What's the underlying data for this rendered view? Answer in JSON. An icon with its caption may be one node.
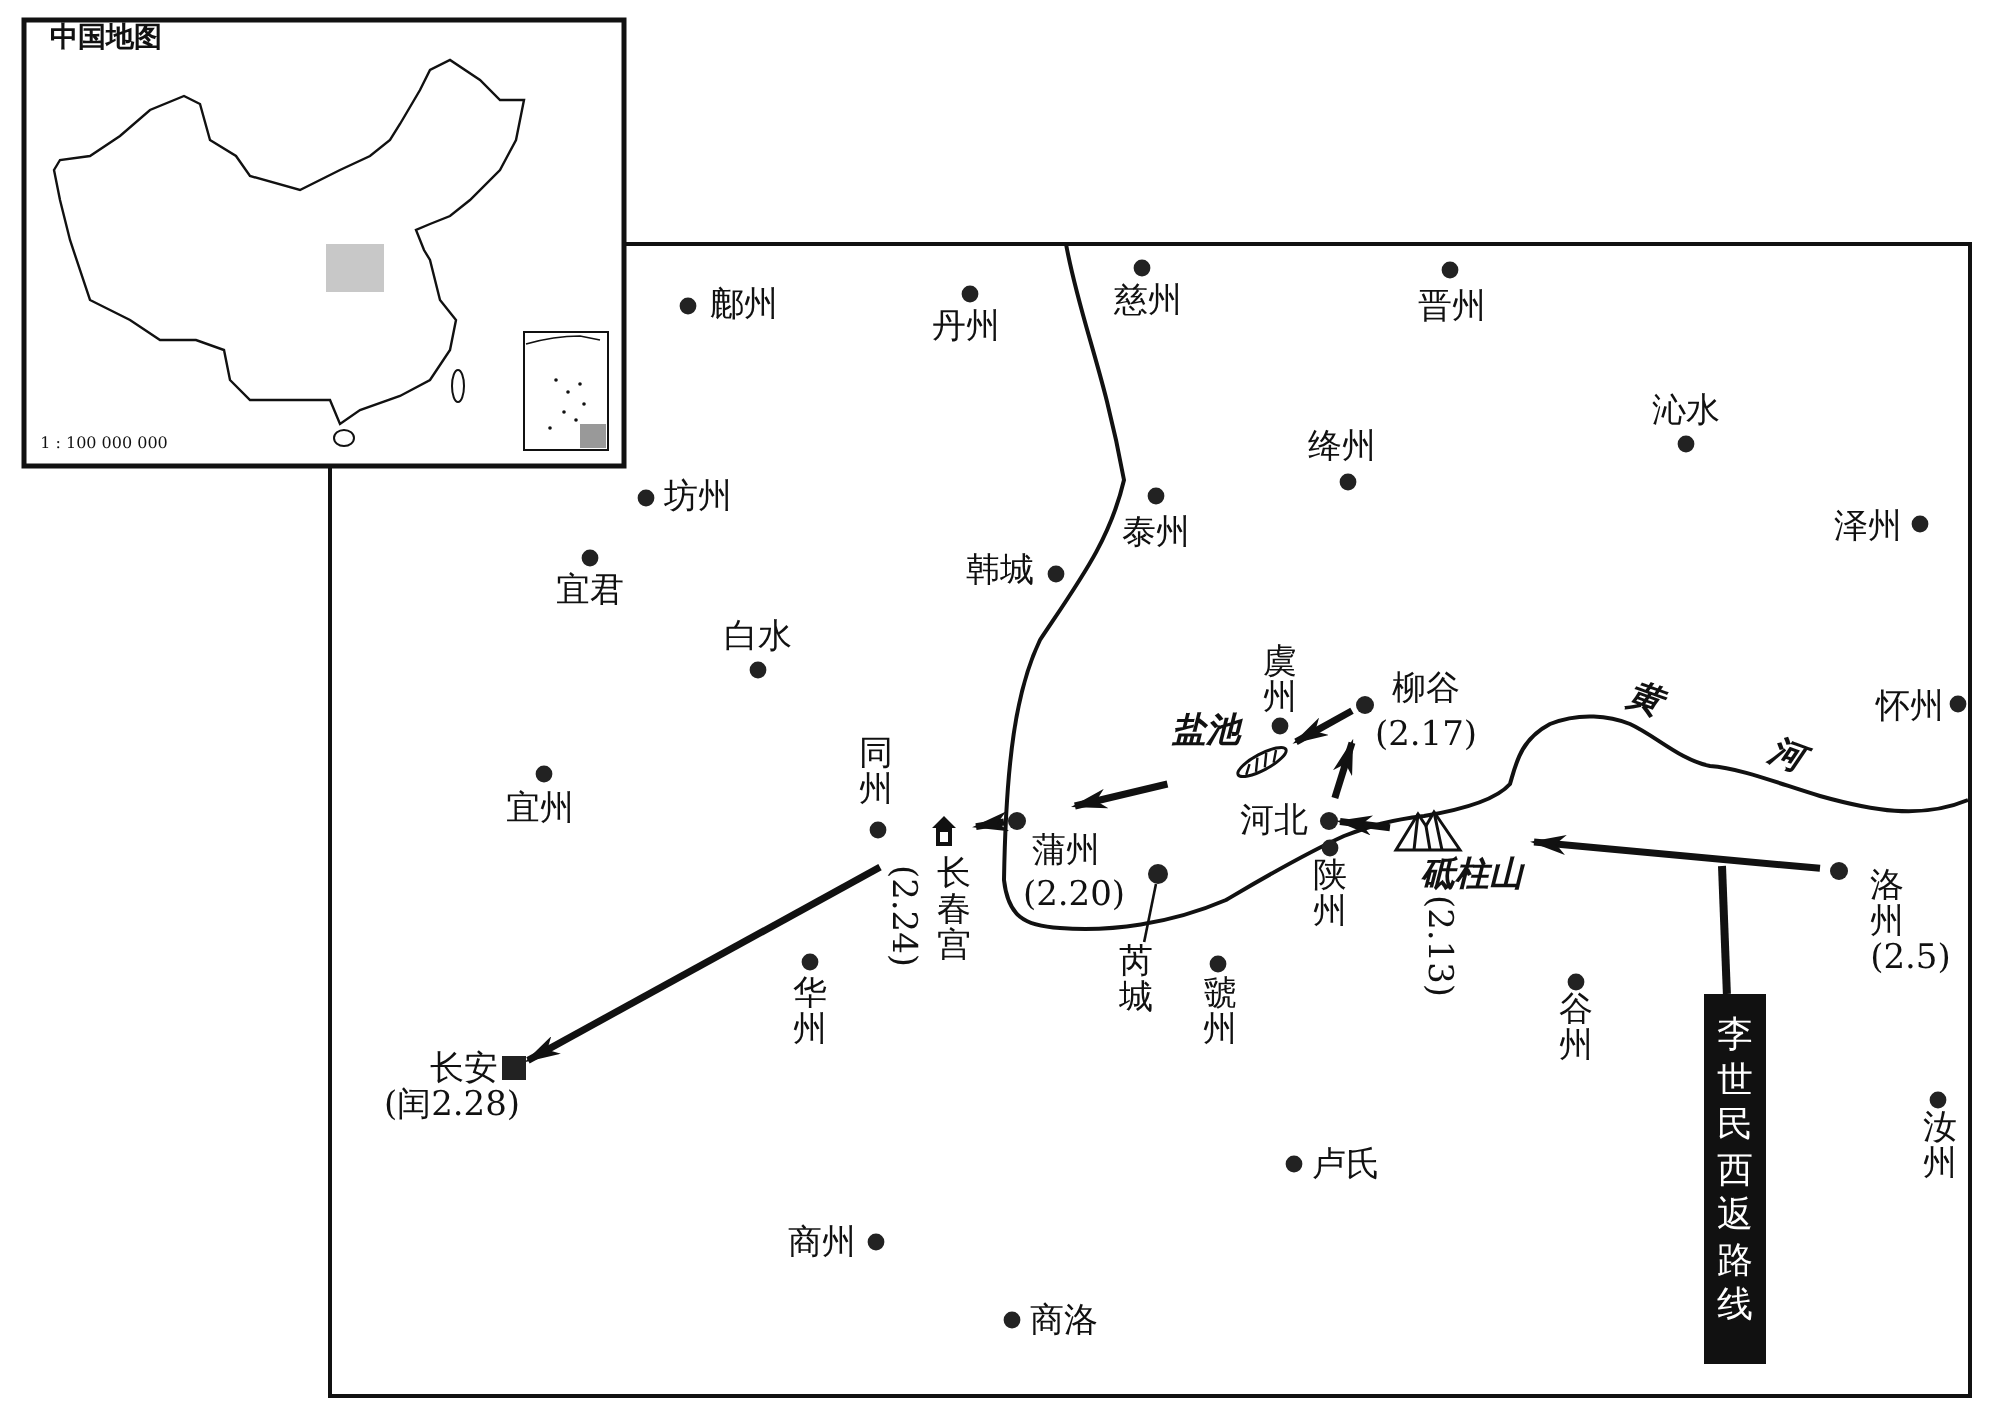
{
  "diagram": {
    "nodes": [
      {
        "text": [
          "洛州(2.5)"
        ]
      },
      {
        "text": [
          "砥柱山",
          "(2.13)"
        ]
      },
      {
        "text": [
          "河北"
        ]
      },
      {
        "text": [
          "柳谷",
          "(2.17)"
        ]
      },
      {
        "text": [
          "盐池"
        ]
      },
      {
        "text": [
          "蒲州",
          "(2.20)"
        ]
      },
      {
        "text": [
          "长春宫",
          "(2.24)"
        ]
      },
      {
        "text": [
          "长安",
          "(闰2.28)"
        ]
      },
      {
        "text": [
          "李世民西返路线"
        ]
      },
      {
        "text": [
          "芮城"
        ]
      },
      {
        "text": [],
        "shape": "circle"
      }
    ],
    "edges": [
      {
        "from": 0,
        "to": 1,
        "arrow": "to"
      },
      {
        "from": 1,
        "to": 2,
        "arrow": "to"
      },
      {
        "from": 2,
        "to": 3,
        "arrow": "to"
      },
      {
        "from": 3,
        "to": 4,
        "arrow": "to"
      },
      {
        "from": 4,
        "to": 5,
        "arrow": "to"
      },
      {
        "from": 5,
        "to": 6,
        "arrow": "to"
      },
      {
        "from": 6,
        "to": 7,
        "arrow": "to"
      },
      {
        "from": 8,
        "to": null,
        "arrow": "none"
      },
      {
        "from": 9,
        "to": 10,
        "arrow": "none"
      }
    ],
    "labels": [
      "中国地图",
      "1 : 100 000 000",
      "鄜州",
      "丹州",
      "慈州",
      "晋州",
      "坊州",
      "宜君",
      "白水",
      "韩城",
      "泰州",
      "绛州",
      "沁水",
      "泽州",
      "宜州",
      "同州",
      "虞州",
      "黄",
      "河",
      "怀州",
      "陕州",
      "虢州",
      "华州",
      "谷州",
      "汝州",
      "卢氏",
      "商州",
      "商洛"
    ]
  }
}
